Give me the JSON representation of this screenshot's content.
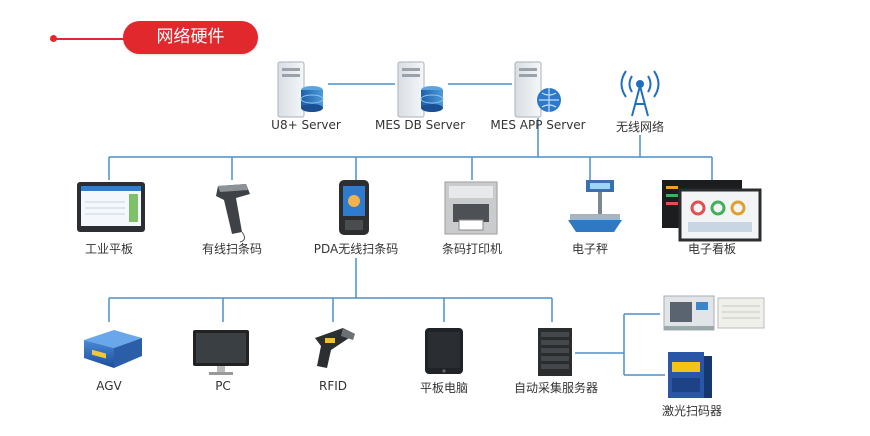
{
  "section_title": "网络硬件",
  "servers": {
    "u8": "U8+ Server",
    "mes_db": "MES DB  Server",
    "mes_app": "MES APP Server",
    "wireless": "无线网络"
  },
  "devices": {
    "tablet": "工业平板",
    "wired_scanner": "有线扫条码",
    "pda": "PDA无线扫条码",
    "printer": "条码打印机",
    "scale": "电子秤",
    "board": "电子看板"
  },
  "endpoints": {
    "agv": "AGV",
    "pc": "PC",
    "rfid": "RFID",
    "tablet_pc": "平板电脑",
    "collector": "自动采集服务器",
    "laser": "激光扫码器"
  },
  "colors": {
    "accent": "#e0282d",
    "line": "#4a90c8"
  }
}
